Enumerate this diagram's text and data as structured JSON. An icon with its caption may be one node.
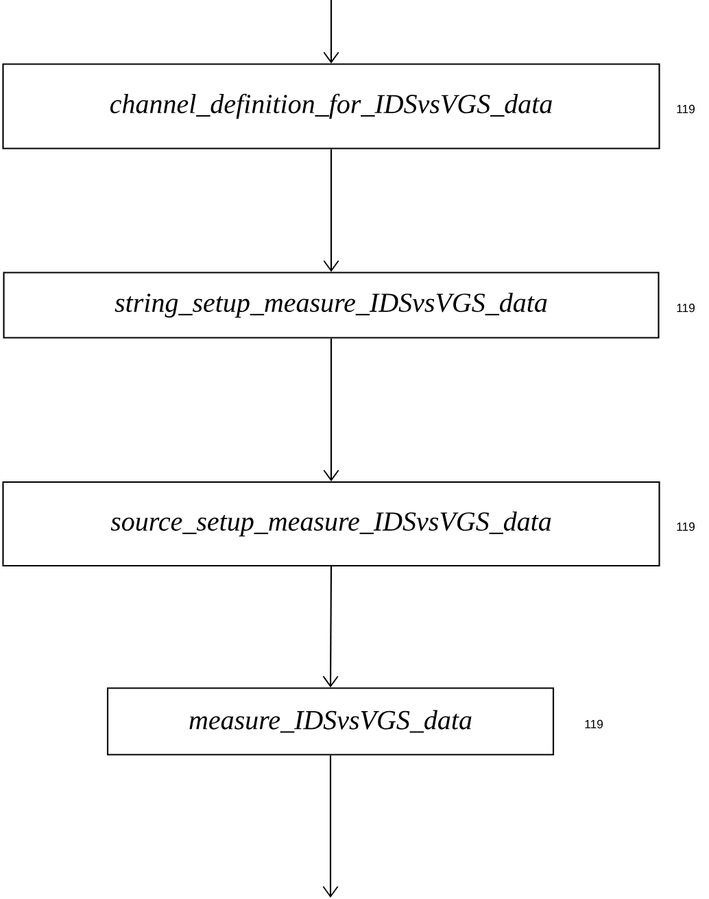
{
  "diagram": {
    "nodes": [
      {
        "text": [
          "channel_definition_for_IDSvsVGS_data"
        ],
        "beside": [
          "119"
        ]
      },
      {
        "text": [
          "string_setup_measure_IDSvsVGS_data"
        ],
        "beside": [
          "119"
        ]
      },
      {
        "text": [
          "source_setup_measure_IDSvsVGS_data"
        ],
        "beside": [
          "119"
        ]
      },
      {
        "text": [
          "measure_IDSvsVGS_data"
        ],
        "beside": [
          "119"
        ]
      }
    ],
    "edges": [
      {
        "from": null,
        "to": 0,
        "arrow": "to"
      },
      {
        "from": 0,
        "to": 1,
        "arrow": "to"
      },
      {
        "from": 1,
        "to": 2,
        "arrow": "to"
      },
      {
        "from": 2,
        "to": 3,
        "arrow": "to"
      },
      {
        "from": 3,
        "to": null,
        "arrow": "to"
      }
    ]
  }
}
